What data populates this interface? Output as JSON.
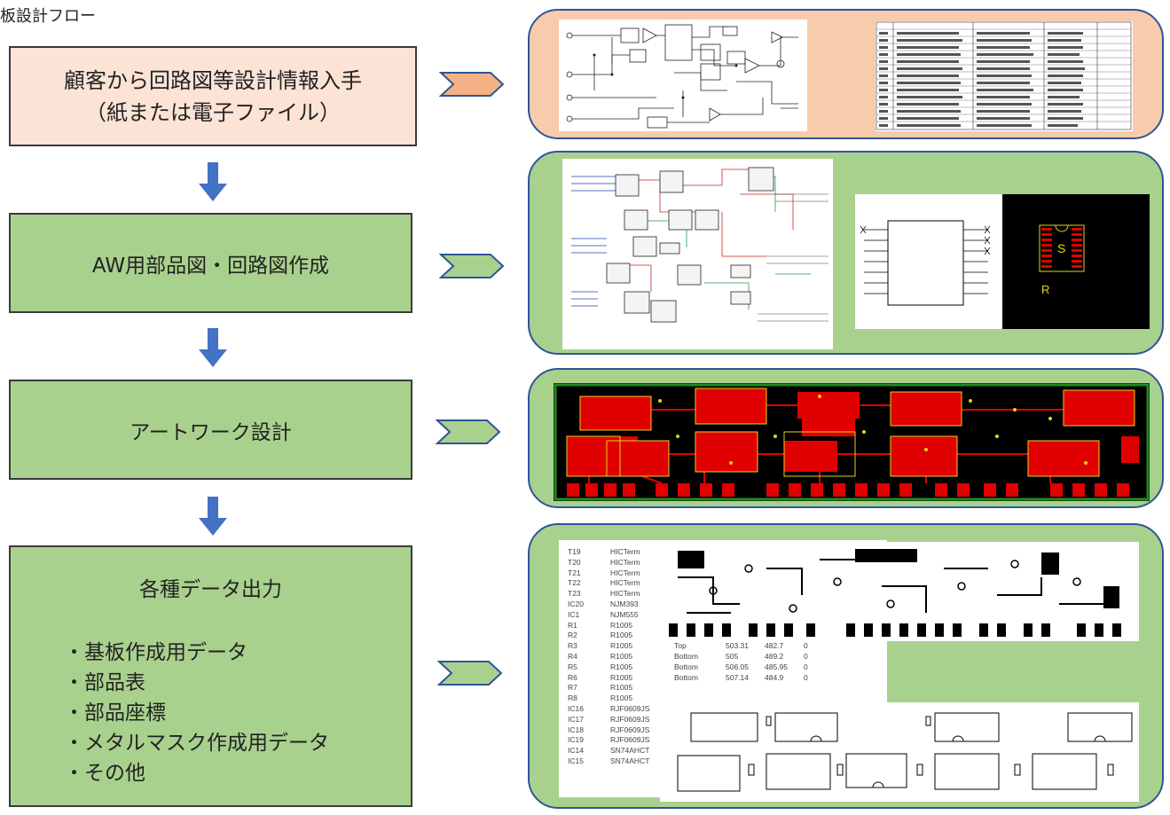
{
  "title": "板設計フロー",
  "steps": [
    {
      "line1": "顧客から回路図等設計情報入手",
      "line2": "（紙または電子ファイル）"
    },
    {
      "label": "AW用部品図・回路図作成"
    },
    {
      "label": "アートワーク設計"
    },
    {
      "label": "各種データ出力",
      "items": [
        "基板作成用データ",
        "部品表",
        "部品座標",
        "メタルマスク作成用データ",
        "その他"
      ]
    }
  ],
  "pcb_labels": {
    "comp_s": "S",
    "comp_r": "R"
  },
  "parts_list": [
    [
      "T19",
      "HICTerm"
    ],
    [
      "T20",
      "HICTerm"
    ],
    [
      "T21",
      "HICTerm"
    ],
    [
      "T22",
      "HICTerm"
    ],
    [
      "T23",
      "HICTerm"
    ],
    [
      "IC20",
      "NJM393"
    ],
    [
      "IC1",
      "NJM555"
    ],
    [
      "R1",
      "R1005"
    ],
    [
      "R2",
      "R1005"
    ],
    [
      "R3",
      "R1005",
      "Top",
      "503.31",
      "482.7",
      "0"
    ],
    [
      "R4",
      "R1005",
      "Bottom",
      "505",
      "489.2",
      "0"
    ],
    [
      "R5",
      "R1005",
      "Bottom",
      "506.05",
      "485.95",
      "0"
    ],
    [
      "R6",
      "R1005",
      "Bottom",
      "507.14",
      "484.9",
      "0"
    ],
    [
      "R7",
      "R1005"
    ],
    [
      "R8",
      "R1005"
    ],
    [
      "IC16",
      "RJF0609JS"
    ],
    [
      "IC17",
      "RJF0609JS"
    ],
    [
      "IC18",
      "RJF0609JS"
    ],
    [
      "IC19",
      "RJF0609JS"
    ],
    [
      "IC14",
      "SN74AHCT"
    ],
    [
      "IC15",
      "SN74AHCT"
    ]
  ],
  "colors": {
    "peach": "#fbe3d6",
    "green": "#a9d18e",
    "arrow": "#4472c4",
    "chevron_green": "#a9d18e",
    "chevron_peach": "#f4b183",
    "pcb_red": "#e00000",
    "pcb_yellow": "#e8d21a"
  }
}
